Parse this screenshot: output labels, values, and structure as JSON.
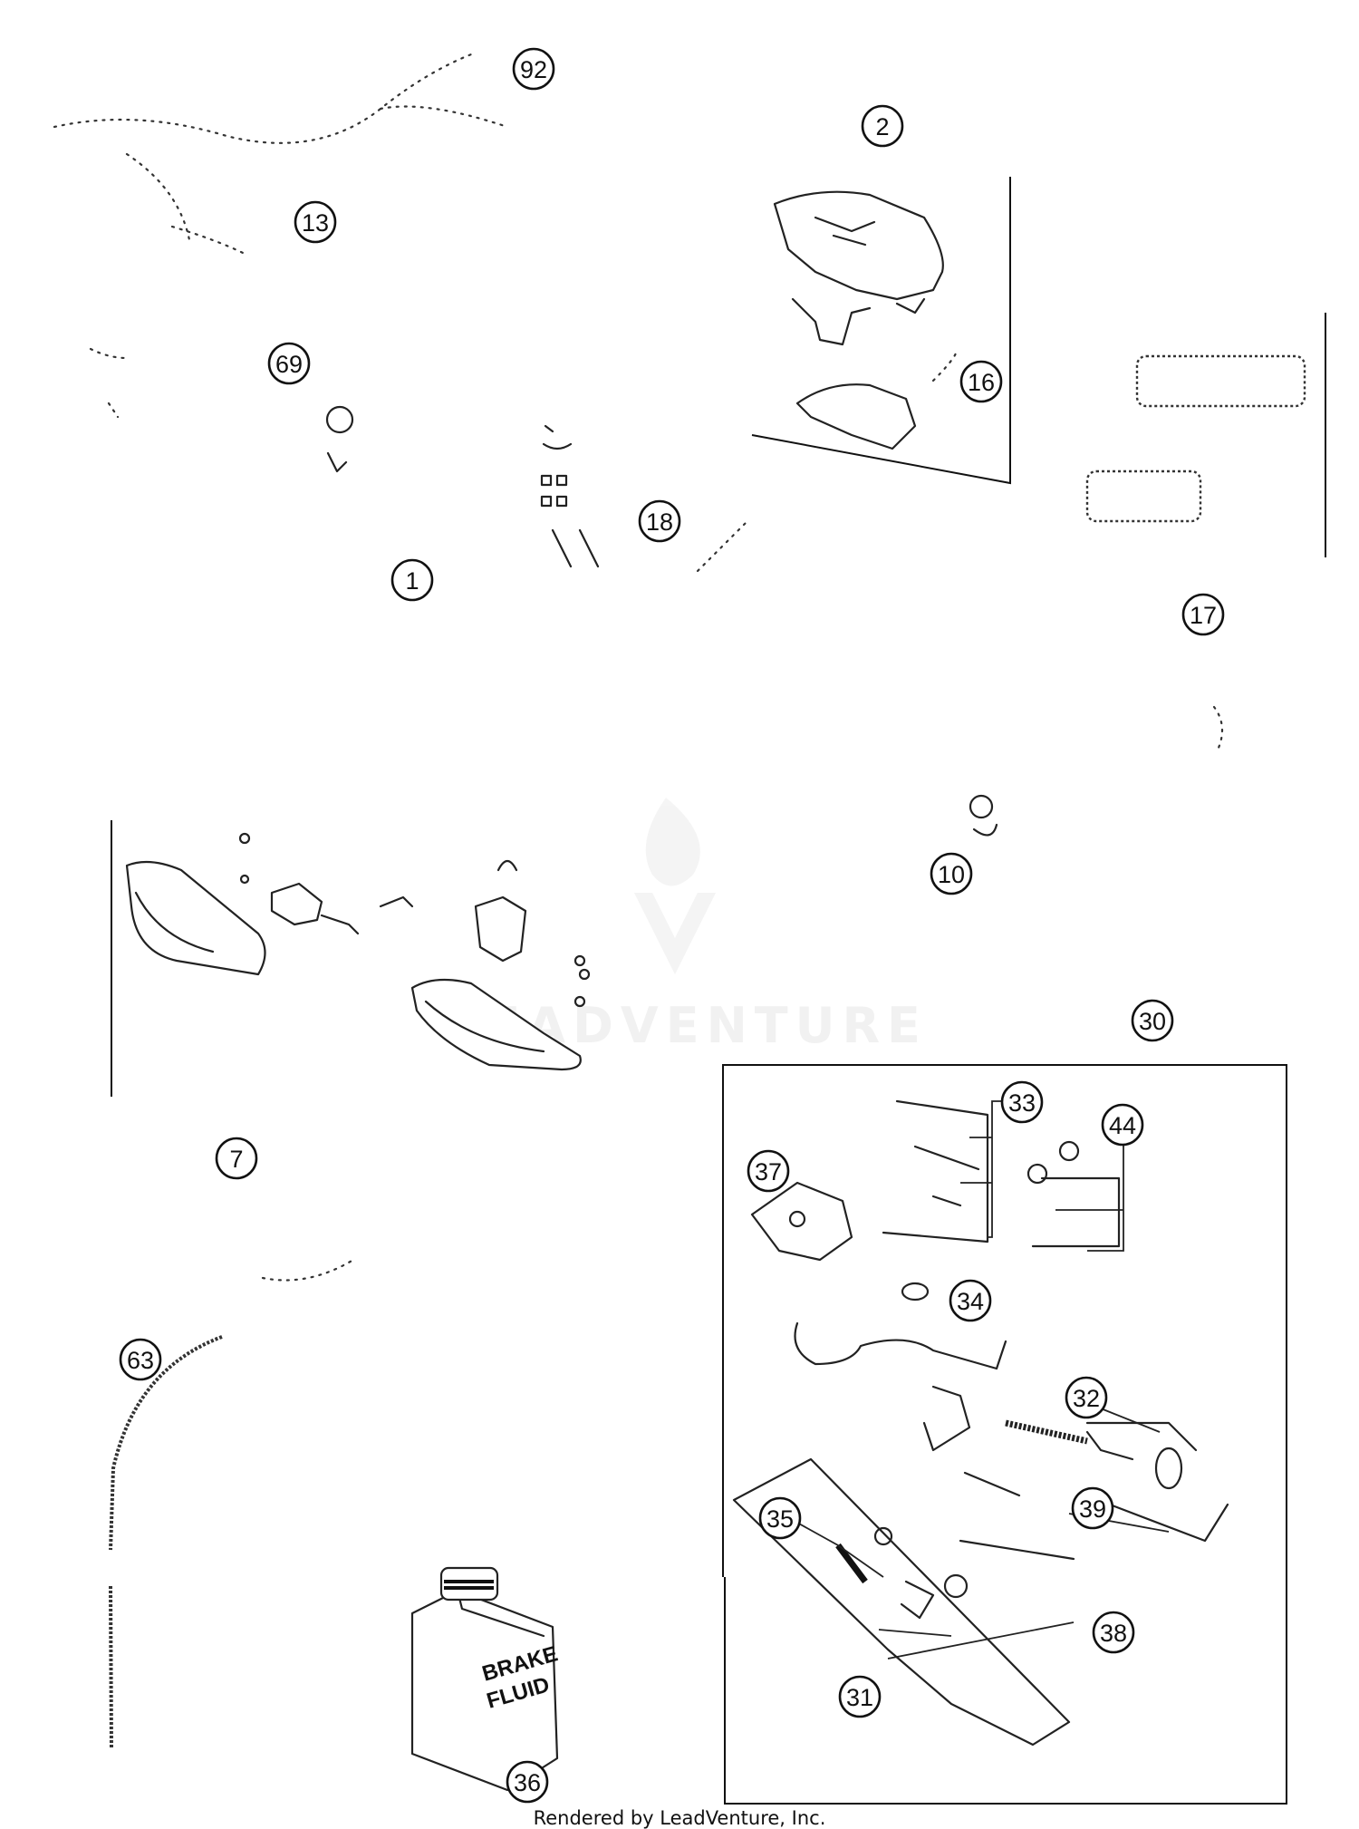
{
  "callouts": [
    {
      "label": "92"
    },
    {
      "label": "2"
    },
    {
      "label": "13"
    },
    {
      "label": "69"
    },
    {
      "label": "16"
    },
    {
      "label": "18"
    },
    {
      "label": "1"
    },
    {
      "label": "17"
    },
    {
      "label": "10"
    },
    {
      "label": "30"
    },
    {
      "label": "7"
    },
    {
      "label": "33"
    },
    {
      "label": "44"
    },
    {
      "label": "37"
    },
    {
      "label": "34"
    },
    {
      "label": "63"
    },
    {
      "label": "32"
    },
    {
      "label": "39"
    },
    {
      "label": "35"
    },
    {
      "label": "38"
    },
    {
      "label": "31"
    },
    {
      "label": "36"
    }
  ],
  "bottle": {
    "line1": "BRAKE",
    "line2": "FLUID"
  },
  "watermark": {
    "text": "LEADVENTURE"
  },
  "credit": "Rendered by LeadVenture, Inc."
}
